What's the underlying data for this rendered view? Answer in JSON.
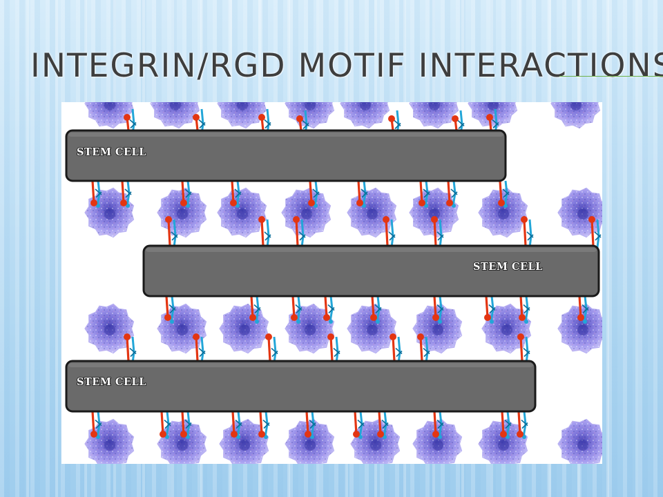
{
  "slide": {
    "title": "INTEGRIN/RGD MOTIF INTERACTIONS"
  },
  "diagram": {
    "cells": [
      {
        "label": "STEM CELL"
      },
      {
        "label": "STEM CELL"
      },
      {
        "label": "STEM CELL"
      }
    ],
    "colors": {
      "cell_fill": "#6a6a6a",
      "cell_border": "#1a1a1a",
      "particle": "#8f86e0",
      "particle_core": "#3b39a8",
      "integrin": "#22a6d8",
      "rgd_ligand": "#e33512"
    }
  }
}
